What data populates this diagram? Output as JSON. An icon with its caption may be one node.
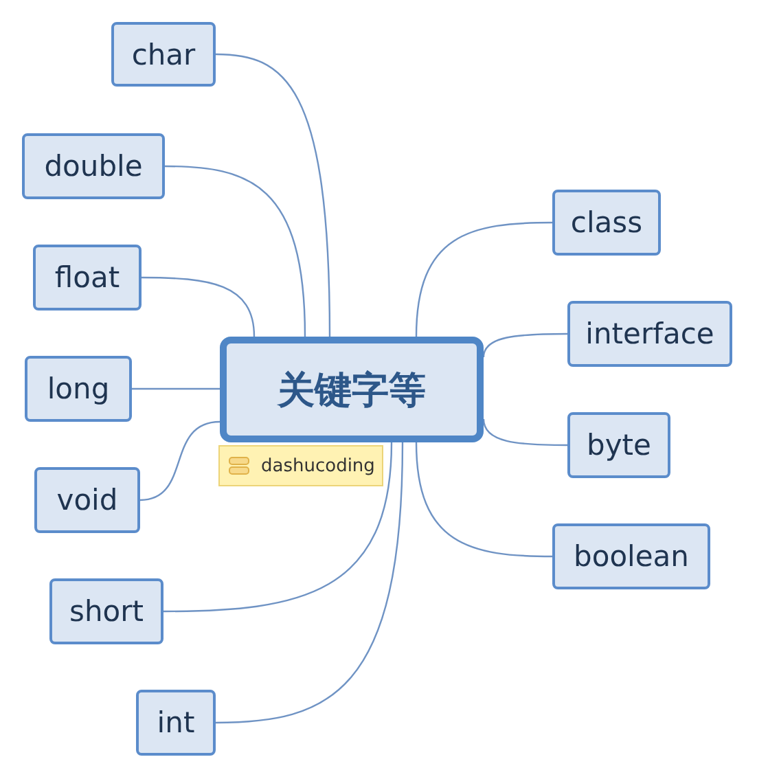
{
  "diagram": {
    "nodes": [
      {
        "text": [
          "关键字等"
        ]
      },
      {
        "text": [
          "char"
        ]
      },
      {
        "text": [
          "double"
        ]
      },
      {
        "text": [
          "float"
        ]
      },
      {
        "text": [
          "long"
        ]
      },
      {
        "text": [
          "void"
        ]
      },
      {
        "text": [
          "short"
        ]
      },
      {
        "text": [
          "int"
        ]
      },
      {
        "text": [
          "class"
        ]
      },
      {
        "text": [
          "interface"
        ]
      },
      {
        "text": [
          "byte"
        ]
      },
      {
        "text": [
          "boolean"
        ]
      },
      {
        "text": [
          "dashucoding"
        ]
      }
    ],
    "edges": [
      {
        "from": 0,
        "to": 1,
        "arrow": "none"
      },
      {
        "from": 0,
        "to": 2,
        "arrow": "none"
      },
      {
        "from": 0,
        "to": 3,
        "arrow": "none"
      },
      {
        "from": 0,
        "to": 4,
        "arrow": "none"
      },
      {
        "from": 0,
        "to": 5,
        "arrow": "none"
      },
      {
        "from": 0,
        "to": 6,
        "arrow": "none"
      },
      {
        "from": 0,
        "to": 7,
        "arrow": "none"
      },
      {
        "from": 0,
        "to": 8,
        "arrow": "none"
      },
      {
        "from": 0,
        "to": 9,
        "arrow": "none"
      },
      {
        "from": 0,
        "to": 10,
        "arrow": "none"
      },
      {
        "from": 0,
        "to": 11,
        "arrow": "none"
      }
    ]
  }
}
